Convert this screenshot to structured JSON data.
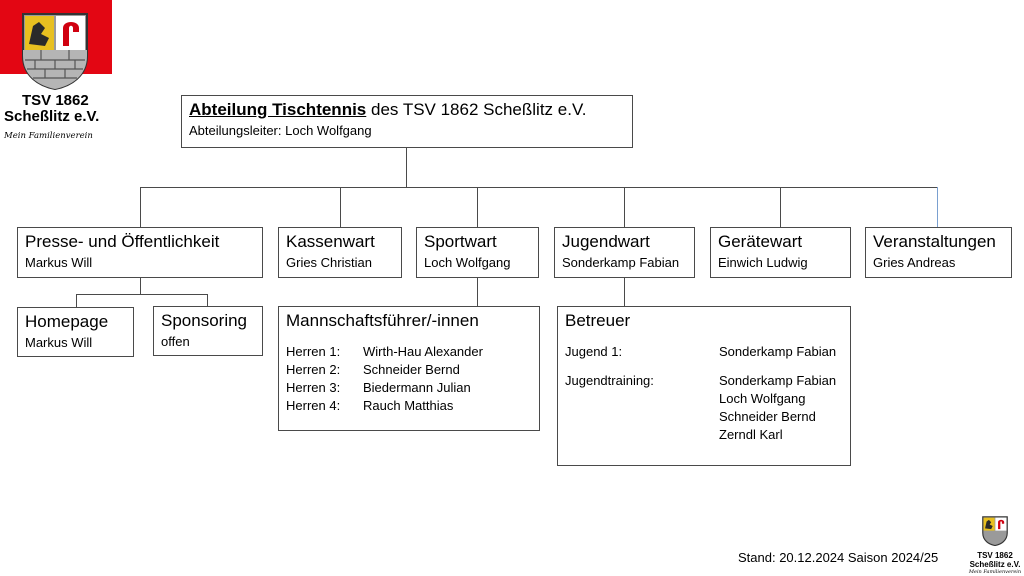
{
  "logo": {
    "line1": "TSV 1862",
    "line2": "Scheßlitz e.V.",
    "tagline": "Mein Familienverein"
  },
  "root": {
    "title_strong": "Abteilung Tischtennis",
    "title_rest": " des TSV 1862 Scheßlitz e.V.",
    "leader": "Abteilungsleiter: Loch Wolfgang"
  },
  "roles": {
    "presse": {
      "title": "Presse- und Öffentlichkeit",
      "person": "Markus Will"
    },
    "kasse": {
      "title": "Kassenwart",
      "person": "Gries Christian"
    },
    "sport": {
      "title": "Sportwart",
      "person": "Loch Wolfgang"
    },
    "jugend": {
      "title": "Jugendwart",
      "person": "Sonderkamp Fabian"
    },
    "geraete": {
      "title": "Gerätewart",
      "person": "Einwich Ludwig"
    },
    "veranst": {
      "title": "Veranstaltungen",
      "person": "Gries Andreas"
    },
    "homepage": {
      "title": "Homepage",
      "person": "Markus Will"
    },
    "sponsoring": {
      "title": "Sponsoring",
      "person": "offen"
    }
  },
  "mannschaft": {
    "title": "Mannschaftsführer/-innen",
    "rows": [
      {
        "label": "Herren 1:",
        "name": "Wirth-Hau Alexander"
      },
      {
        "label": "Herren 2:",
        "name": "Schneider Bernd"
      },
      {
        "label": "Herren 3:",
        "name": "Biedermann Julian"
      },
      {
        "label": "Herren 4:",
        "name": "Rauch Matthias"
      }
    ]
  },
  "betreuer": {
    "title": "Betreuer",
    "jugend1_label": "Jugend 1:",
    "jugend1_name": "Sonderkamp Fabian",
    "training_label": "Jugendtraining:",
    "training_names": [
      "Sonderkamp Fabian",
      "Loch Wolfgang",
      "Schneider Bernd",
      "Zerndl Karl"
    ]
  },
  "footer": {
    "stand": "Stand: 20.12.2024 Saison 2024/25"
  },
  "colors": {
    "brand_red": "#e30613",
    "line": "#4a4a4a"
  }
}
